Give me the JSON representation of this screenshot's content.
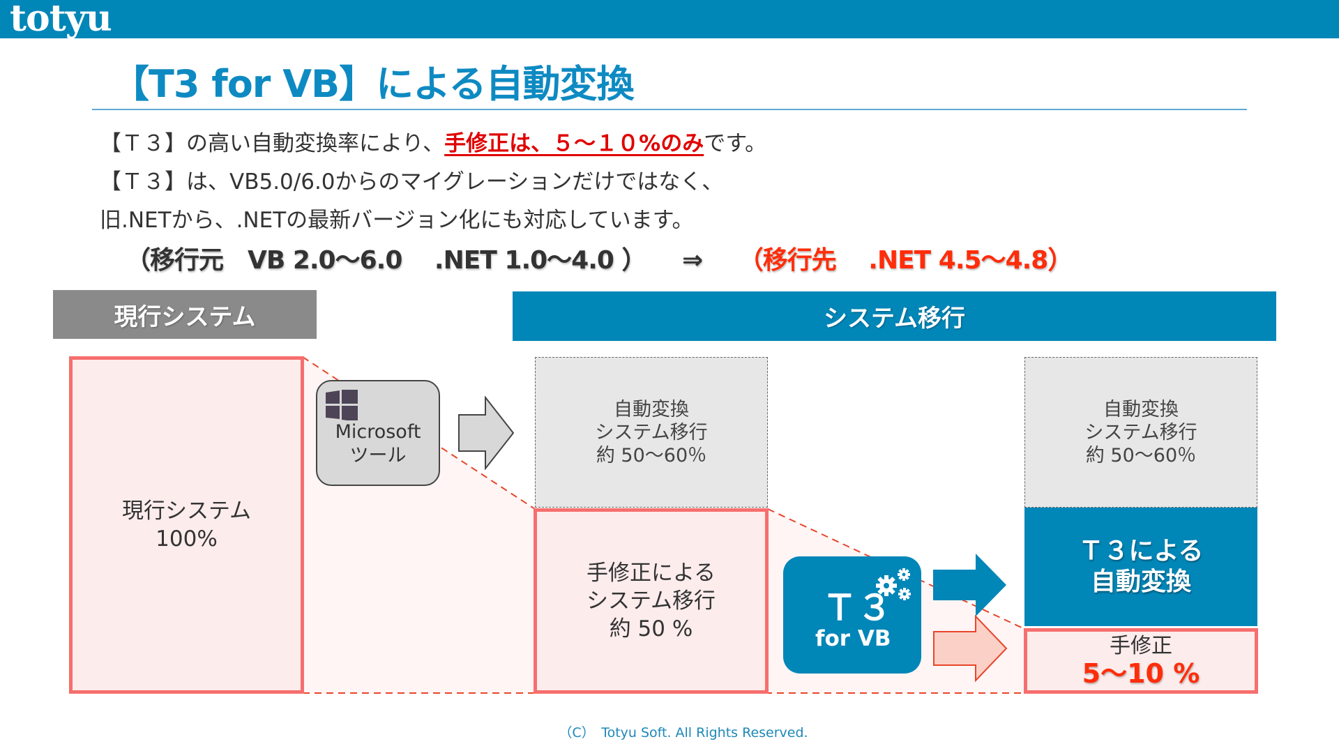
{
  "header": {
    "logo": "totyu",
    "brand_color": "#0186B8"
  },
  "title": "【T3 for VB】による自動変換",
  "intro": {
    "line1_prefix": "【Ｔ３】の高い自動変換率により、",
    "line1_highlight": "手修正は、５～１０%のみ",
    "line1_suffix": "です。",
    "line2": "【Ｔ３】は、VB5.0/6.0からのマイグレーションだけではなく、",
    "line3": "旧.NETから、.NETの最新バージョン化にも対応しています。",
    "source": "（移行元　VB 2.0～6.0　 .NET 1.0～4.0 ）",
    "arrow": "⇒",
    "destination": "（移行先　 .NET 4.5～4.8）",
    "highlight_color": "#E00000"
  },
  "diagram": {
    "current_header": "現行システム",
    "migration_header": "システム移行",
    "current_box": {
      "label": "現行システム",
      "value": "100%"
    },
    "microsoft_tool": {
      "line1": "Microsoft",
      "line2": "ツール",
      "icon": "windows-icon"
    },
    "auto_box_1": {
      "line1": "自動変換",
      "line2": "システム移行",
      "line3": "約 50～60％"
    },
    "manual_box": {
      "line1": "手修正による",
      "line2": "システム移行",
      "line3": "約 50 %"
    },
    "t3_tool": {
      "line1": "Ｔ３",
      "line2": "for VB",
      "icon": "gears-icon"
    },
    "auto_box_2": {
      "line1": "自動変換",
      "line2": "システム移行",
      "line3": "約 50～60％"
    },
    "t3_auto": {
      "line1": "Ｔ３による",
      "line2": "自動変換"
    },
    "manual_small": {
      "label": "手修正",
      "value": "5～10 %"
    }
  },
  "footer": "（C）　Totyu Soft. All Rights Reserved."
}
